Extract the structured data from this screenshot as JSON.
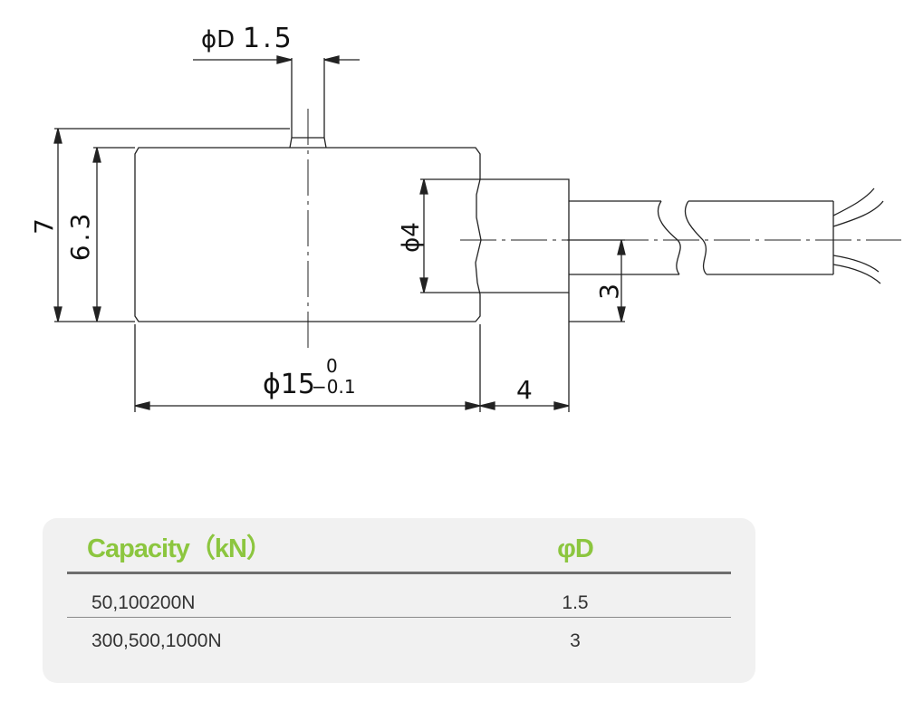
{
  "drawing": {
    "dim_phiD_label": "ϕD",
    "dim_phiD_value": "1.5",
    "dim_height_outer": "7",
    "dim_height_inner": "6.3",
    "dim_phi4": "ϕ4",
    "dim_3": "3",
    "dim_diameter_prefix": "ϕ15",
    "dim_diameter_upper": "0",
    "dim_diameter_lower": "−0.1",
    "dim_4": "4"
  },
  "spec_table": {
    "headers": [
      "Capacity（kN）",
      "φD"
    ],
    "rows": [
      [
        "50,100200N",
        "1.5"
      ],
      [
        "300,500,1000N",
        "3"
      ]
    ],
    "header_color": "#8cc63f"
  }
}
